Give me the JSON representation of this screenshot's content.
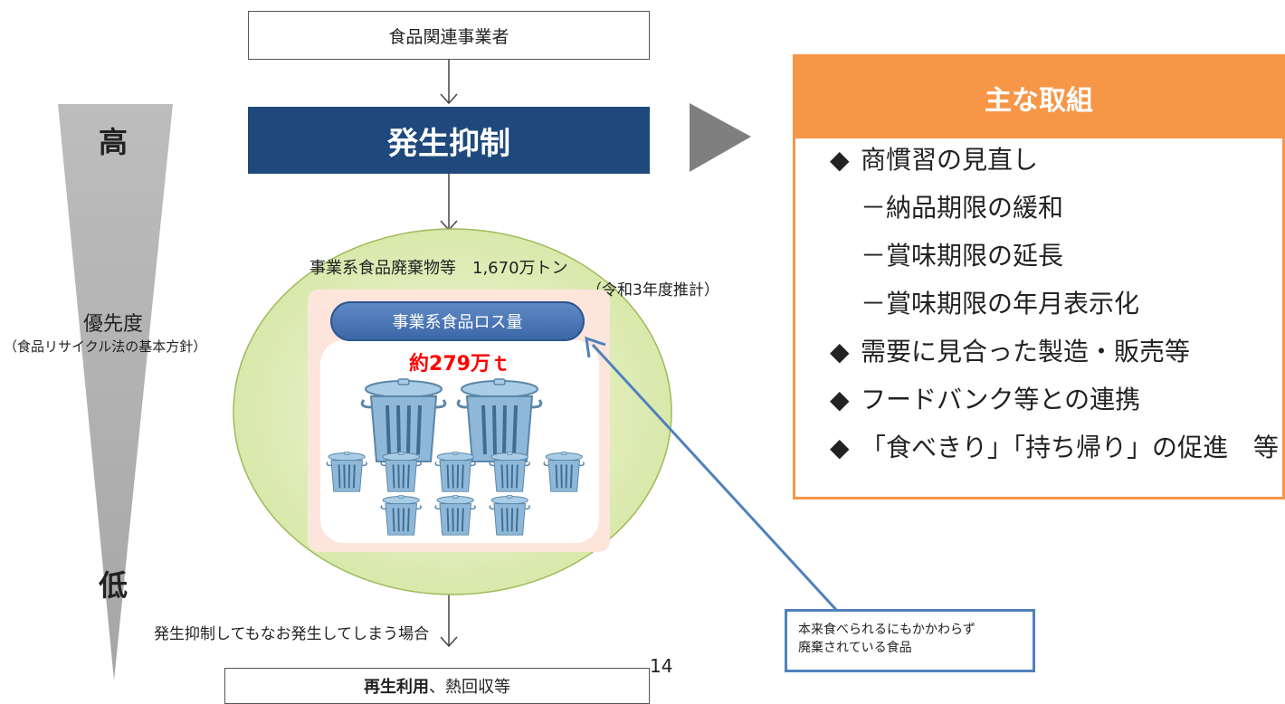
{
  "top_box": "食品関連事業者",
  "main_box": "発生抑制",
  "priority": {
    "high": "高",
    "low": "低",
    "label": "優先度",
    "sub": "（食品リサイクル法の基本方針）"
  },
  "waste_total": "事業系食品廃棄物等　1,670万トン",
  "waste_note": "（令和3年度推計）",
  "loss": {
    "label": "事業系食品ロス量",
    "amount": "約279万ｔ"
  },
  "after_label": "発生抑制してもなお発生してしまう場合",
  "bottom": {
    "bold": "再生利用",
    "rest": "、熱回収等"
  },
  "page_number": "14",
  "callout_lines": [
    "本来食べられるにもかかわらず",
    "廃棄されている食品"
  ],
  "panel": {
    "title": "主な取組",
    "items": [
      {
        "marker": "◆",
        "text": "商慣習の見直し"
      },
      {
        "marker": "",
        "text": "－納品期限の緩和"
      },
      {
        "marker": "",
        "text": "－賞味期限の延長"
      },
      {
        "marker": "",
        "text": "－賞味期限の年月表示化"
      },
      {
        "marker": "◆",
        "text": "需要に見合った製造・販売等"
      },
      {
        "marker": "◆",
        "text": "フードバンク等との連携"
      },
      {
        "marker": "◆",
        "text": "「食べきり」「持ち帰り」の促進　等"
      }
    ]
  },
  "colors": {
    "navy": "#1f497d",
    "orange": "#f79646",
    "ellipse": "#d8e8a6",
    "loss_red": "#ff0000",
    "callout_blue": "#4f81bd",
    "bin": "#8fb8d8"
  }
}
